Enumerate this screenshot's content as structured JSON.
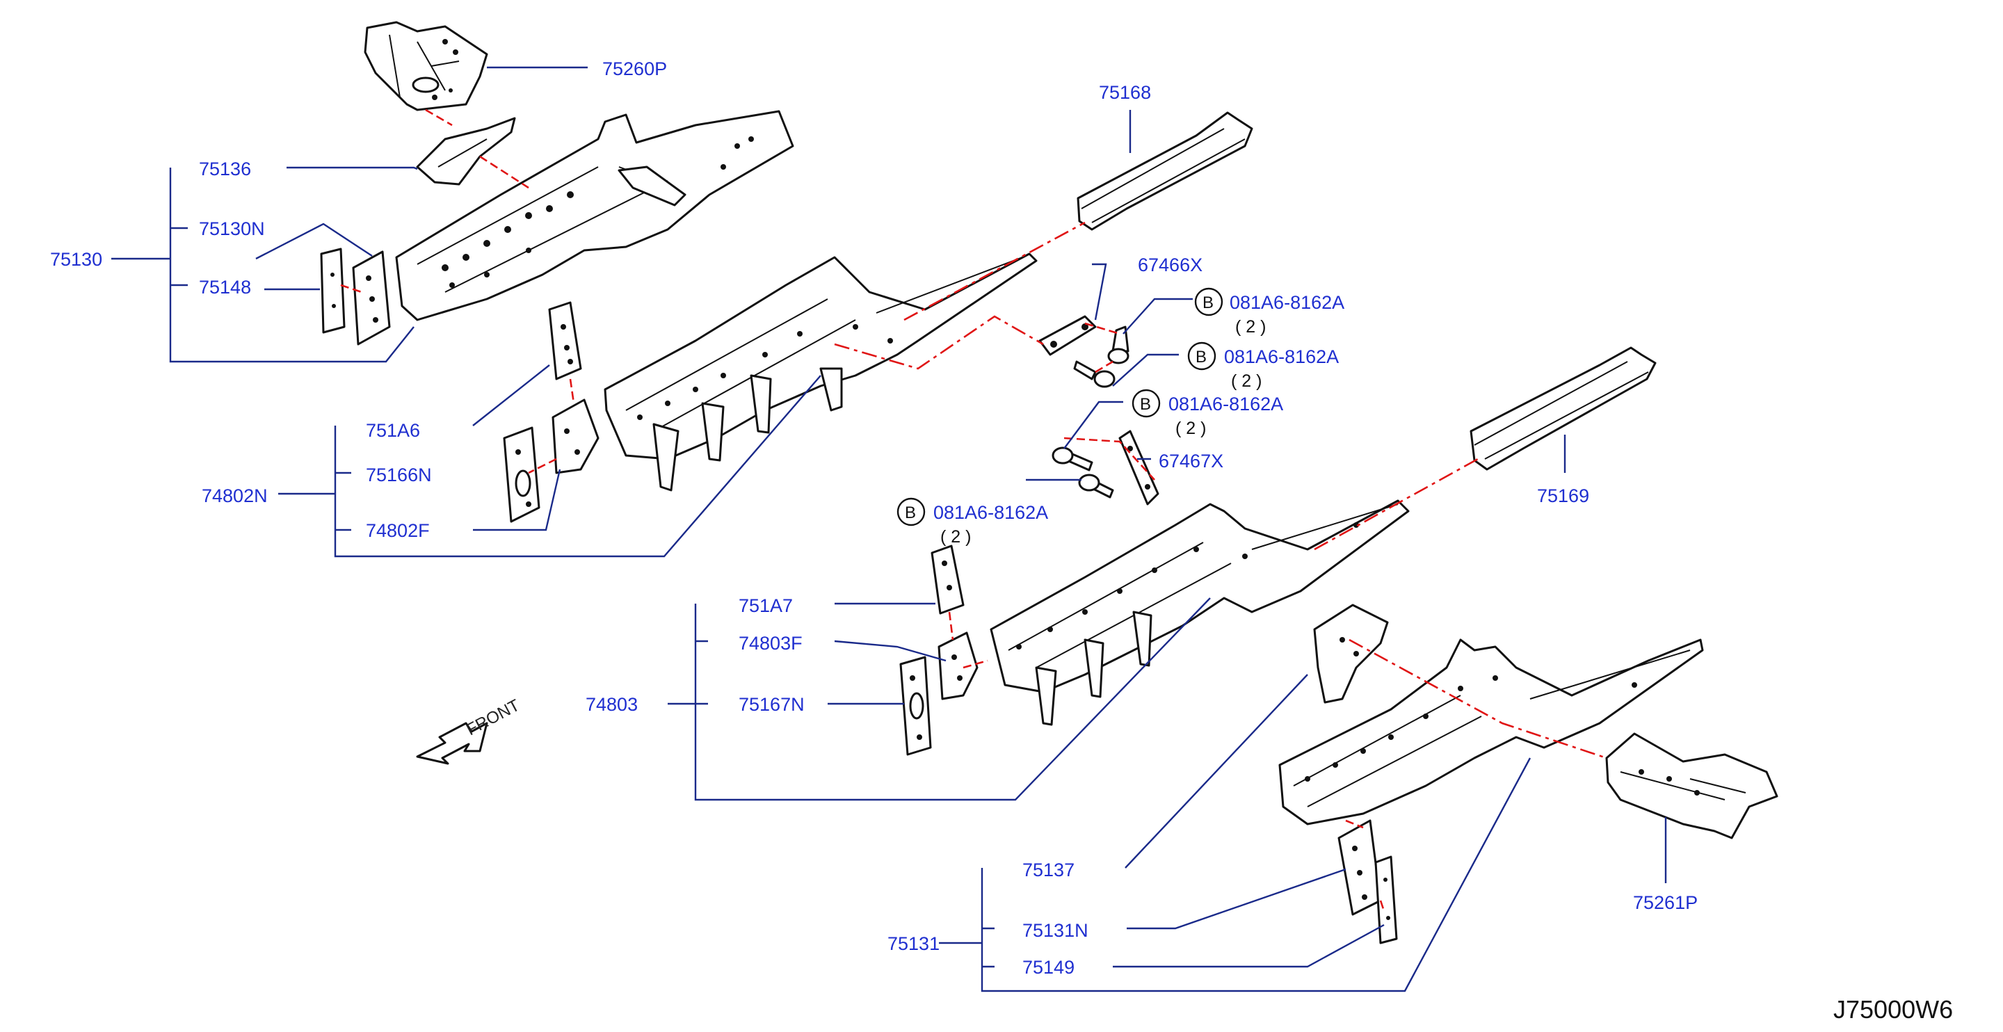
{
  "diagram": {
    "reference_code": "J75000W6",
    "front_label": "FRONT",
    "callouts": [
      {
        "id": "75260P",
        "text": "75260P"
      },
      {
        "id": "75168",
        "text": "75168"
      },
      {
        "id": "75136",
        "text": "75136"
      },
      {
        "id": "75130N",
        "text": "75130N"
      },
      {
        "id": "75130",
        "text": "75130"
      },
      {
        "id": "75148",
        "text": "75148"
      },
      {
        "id": "67466X",
        "text": "67466X"
      },
      {
        "id": "751A6",
        "text": "751A6"
      },
      {
        "id": "75166N",
        "text": "75166N"
      },
      {
        "id": "74802N",
        "text": "74802N"
      },
      {
        "id": "74802F",
        "text": "74802F"
      },
      {
        "id": "67467X",
        "text": "67467X"
      },
      {
        "id": "75169",
        "text": "75169"
      },
      {
        "id": "751A7",
        "text": "751A7"
      },
      {
        "id": "74803F",
        "text": "74803F"
      },
      {
        "id": "74803",
        "text": "74803"
      },
      {
        "id": "75167N",
        "text": "75167N"
      },
      {
        "id": "75137",
        "text": "75137"
      },
      {
        "id": "75261P",
        "text": "75261P"
      },
      {
        "id": "75131N",
        "text": "75131N"
      },
      {
        "id": "75131",
        "text": "75131"
      },
      {
        "id": "75149",
        "text": "75149"
      }
    ],
    "bolt_callouts": [
      {
        "marker": "B",
        "part": "081A6-8162A",
        "qty": "( 2 )"
      },
      {
        "marker": "B",
        "part": "081A6-8162A",
        "qty": "( 2 )"
      },
      {
        "marker": "B",
        "part": "081A6-8162A",
        "qty": "( 2 )"
      },
      {
        "marker": "B",
        "part": "081A6-8162A",
        "qty": "( 2 )"
      }
    ]
  }
}
